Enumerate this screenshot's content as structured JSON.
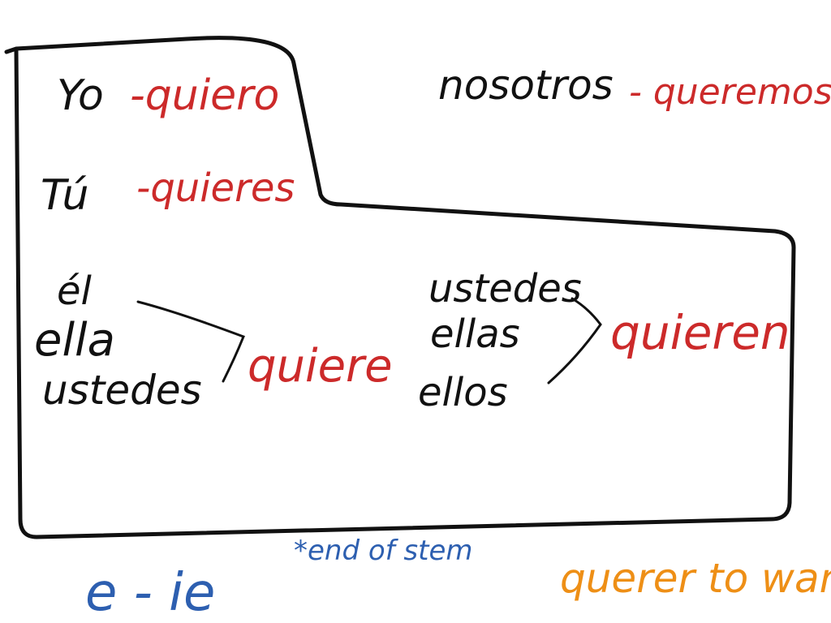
{
  "colors": {
    "ink": "#111111",
    "verb": "#cc2a2a",
    "rule": "#2d5fb0",
    "meaning": "#ee8f16"
  },
  "conjugations": {
    "yo": {
      "subject": "Yo",
      "verb": "-quiero"
    },
    "tu": {
      "subject": "Tú",
      "verb": "-quieres"
    },
    "nosotros": {
      "subject": "nosotros",
      "verb": "- queremos"
    },
    "singular_group": {
      "subjects": [
        "él",
        "ella",
        "ustedes"
      ],
      "verb": "quiere"
    },
    "plural_group": {
      "subjects": [
        "ustedes",
        "ellas",
        "ellos"
      ],
      "verb": "quieren"
    }
  },
  "notes": {
    "stem_change": "e - ie",
    "stem_note": "*end of stem",
    "meaning": "querer to want"
  }
}
